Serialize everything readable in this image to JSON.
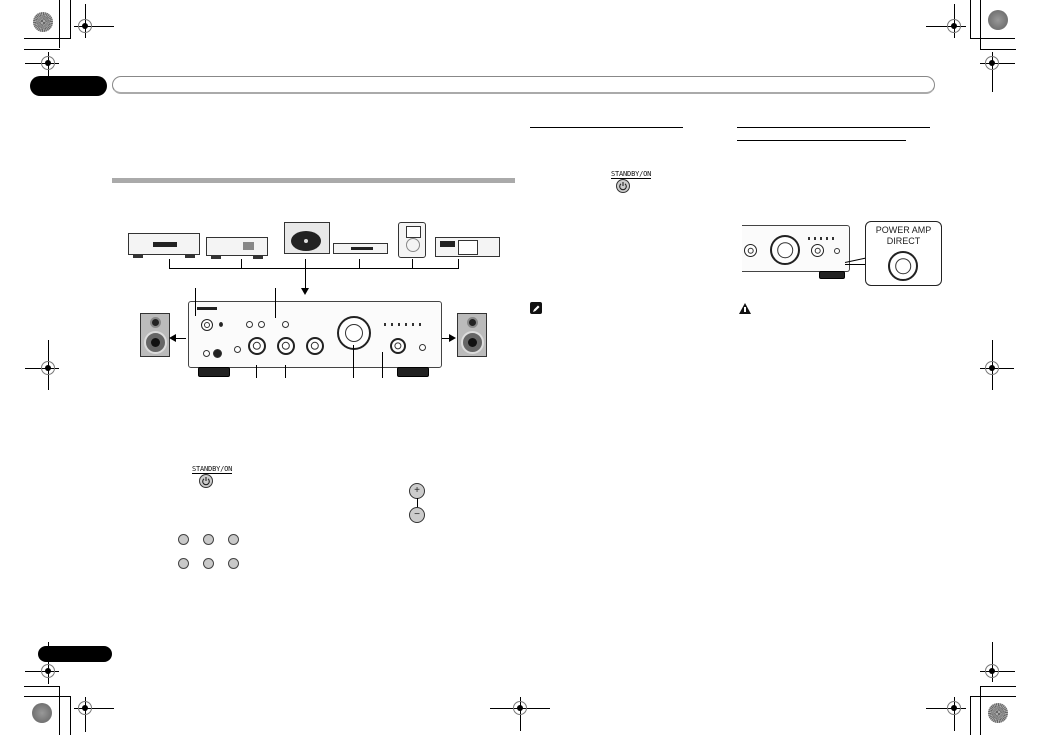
{
  "page": {
    "type": "printed manual page (Pioneer stereo amplifier)",
    "header": {
      "chapter_tab": "",
      "rail_text": ""
    },
    "footer": {
      "page_number_tab": ""
    }
  },
  "left_column": {
    "section_rule": "gray heading bar",
    "diagram": {
      "source_devices": [
        "cd-player",
        "network-player",
        "turntable",
        "dvd-player",
        "ipod-dock",
        "cassette-deck"
      ],
      "amplifier": "integrated-amplifier-front-panel",
      "speakers": [
        "left-speaker",
        "right-speaker"
      ]
    },
    "remote_controls": {
      "standby_label": "STANDBY/ON",
      "volume_plus": "+",
      "volume_minus": "−",
      "input_buttons_count": 6
    }
  },
  "middle_column": {
    "standby_label": "STANDBY/ON",
    "note_icon": "note-icon"
  },
  "right_column": {
    "callout": {
      "line1": "POWER AMP",
      "line2": "DIRECT"
    },
    "warning_icon": "caution-icon"
  }
}
